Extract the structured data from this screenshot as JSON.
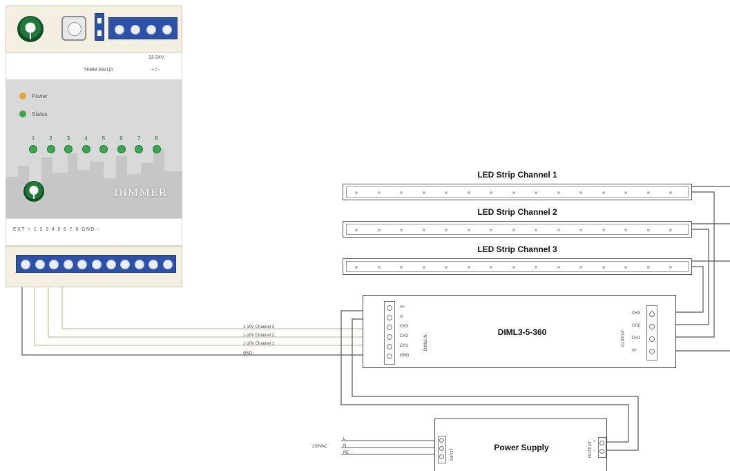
{
  "dimmer": {
    "supply_label": "12-24V",
    "supply_pins": "+ / -",
    "switch_label": "TEBM  SW1|0",
    "legend": [
      {
        "label": "Power",
        "color": "#e3a82b"
      },
      {
        "label": "Status",
        "color": "#3aa84e"
      }
    ],
    "channels": [
      "1",
      "2",
      "3",
      "4",
      "5",
      "6",
      "7",
      "8"
    ],
    "brand": "DIMMER",
    "pin_labels": "EXT  +  1  2  3  4  5  6  7  8  GND  -",
    "top_terminals": 4,
    "bottom_terminals": 11
  },
  "strips": [
    {
      "title": "LED Strip Channel 1"
    },
    {
      "title": "LED Strip Channel 2"
    },
    {
      "title": "LED Strip Channel 3"
    }
  ],
  "diml": {
    "title": "DIML3-5-360",
    "inputs": [
      "V+",
      "V-",
      "CH3",
      "CH2",
      "CH1",
      "GND"
    ],
    "input_group": "DIMM.IN",
    "outputs": [
      "CH3",
      "CH2",
      "CH1",
      "V+"
    ],
    "output_group": "OUTPUT"
  },
  "wires": [
    "1-10V Channel 3",
    "1-10V Channel 2",
    "1-10V Channel 1",
    "GND"
  ],
  "psu": {
    "title": "Power Supply",
    "ac_label": "230VAC",
    "ac_pins": [
      "L",
      "N",
      "PE"
    ],
    "input_group": "INPUT",
    "output_group": "OUTPUT",
    "output_pins": [
      "+",
      "-"
    ]
  },
  "colors": {
    "wire": "#444444",
    "wire_light": "#c9c28f",
    "terminal_blue": "#2c52a8",
    "led_green": "#3aa84e"
  }
}
